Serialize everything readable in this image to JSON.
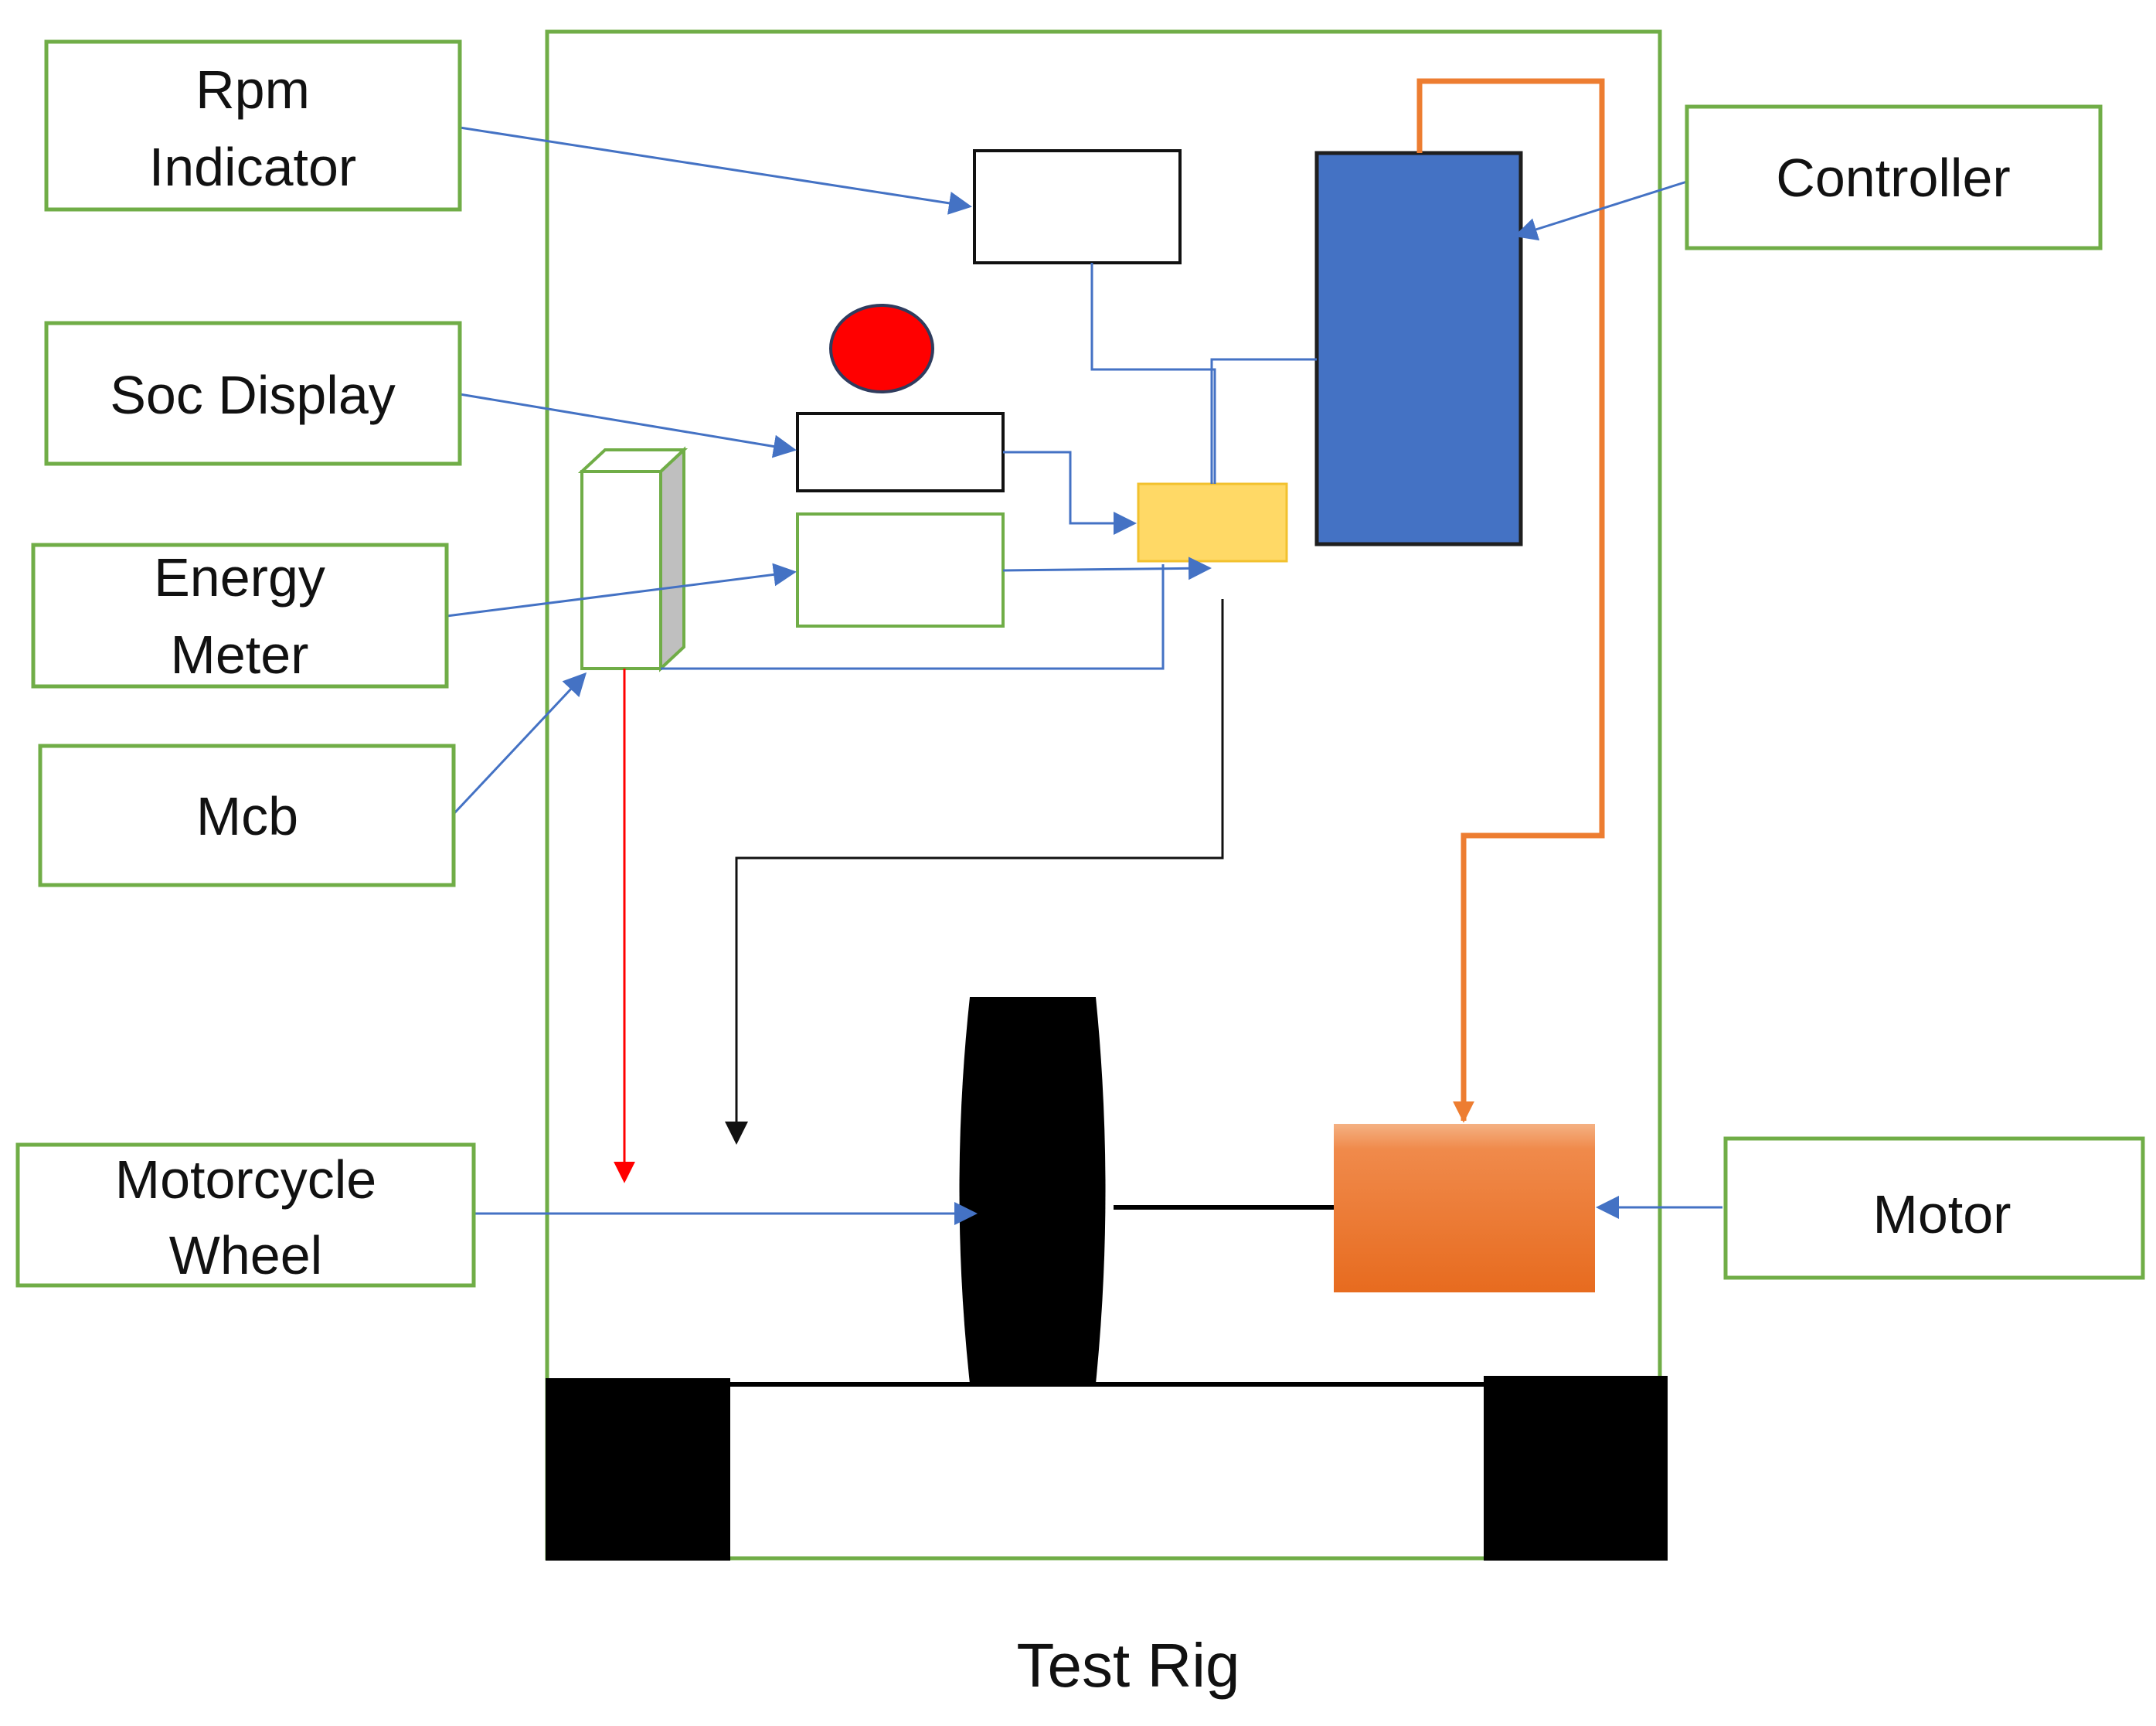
{
  "caption": "Test Rig",
  "labels": {
    "rpm_indicator": [
      "Rpm",
      "Indicator"
    ],
    "controller": [
      "Controller"
    ],
    "soc_display": [
      "Soc Display"
    ],
    "energy_meter": [
      "Energy",
      "Meter"
    ],
    "mcb": [
      "Mcb"
    ],
    "motorcycle_wheel": [
      "Motorcycle",
      "Wheel"
    ],
    "motor": [
      "Motor"
    ]
  },
  "colors": {
    "label_border": "#70ad47",
    "connector_blue": "#4472c4",
    "connector_orange": "#ed7d31",
    "connector_red": "#ff0000",
    "controller_fill": "#4472c4",
    "motor_fill": "#ed7d31",
    "junction_fill": "#ffd966",
    "indicator_lamp": "#ff0000",
    "frame_border": "#70ad47"
  }
}
